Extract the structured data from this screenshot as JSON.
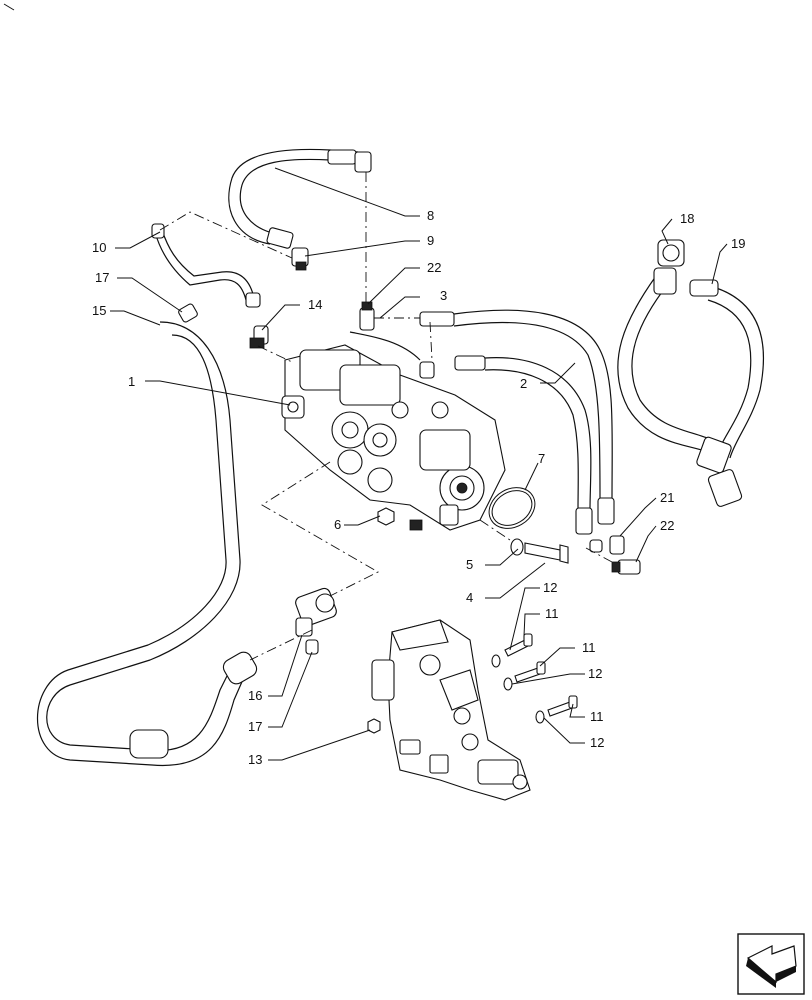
{
  "diagram": {
    "callouts": [
      {
        "id": "c1",
        "label": "1"
      },
      {
        "id": "c2",
        "label": "2"
      },
      {
        "id": "c3",
        "label": "3"
      },
      {
        "id": "c4",
        "label": "4"
      },
      {
        "id": "c5",
        "label": "5"
      },
      {
        "id": "c6",
        "label": "6"
      },
      {
        "id": "c7",
        "label": "7"
      },
      {
        "id": "c8",
        "label": "8"
      },
      {
        "id": "c9",
        "label": "9"
      },
      {
        "id": "c10",
        "label": "10"
      },
      {
        "id": "c11a",
        "label": "11"
      },
      {
        "id": "c11b",
        "label": "11"
      },
      {
        "id": "c11c",
        "label": "11"
      },
      {
        "id": "c12a",
        "label": "12"
      },
      {
        "id": "c12b",
        "label": "12"
      },
      {
        "id": "c12c",
        "label": "12"
      },
      {
        "id": "c13",
        "label": "13"
      },
      {
        "id": "c14",
        "label": "14"
      },
      {
        "id": "c15",
        "label": "15"
      },
      {
        "id": "c16",
        "label": "16"
      },
      {
        "id": "c17a",
        "label": "17"
      },
      {
        "id": "c17b",
        "label": "17"
      },
      {
        "id": "c18",
        "label": "18"
      },
      {
        "id": "c19",
        "label": "19"
      },
      {
        "id": "c21",
        "label": "21"
      },
      {
        "id": "c22a",
        "label": "22"
      },
      {
        "id": "c22b",
        "label": "22"
      }
    ],
    "nav_icon": "arrow-navigation-icon"
  }
}
